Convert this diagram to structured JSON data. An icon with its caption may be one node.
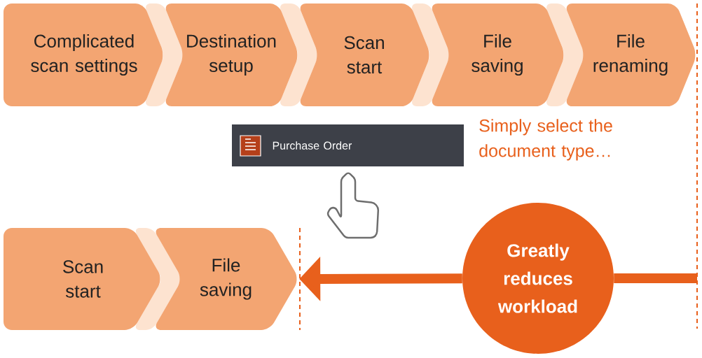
{
  "diagram": {
    "nodes": [
      {
        "text": [
          "Complicated scan settings"
        ]
      },
      {
        "text": [
          "Destination setup"
        ]
      },
      {
        "text": [
          "Scan start"
        ]
      },
      {
        "text": [
          "File saving"
        ]
      },
      {
        "text": [
          "File renaming"
        ]
      },
      {
        "text": [
          "Purchase Order"
        ]
      },
      {
        "text": [
          "Scan start"
        ]
      },
      {
        "text": [
          "File saving"
        ]
      },
      {
        "text": [
          "Greatly reduces workload"
        ]
      }
    ],
    "edges": [
      {
        "from": null,
        "to": 8,
        "arrow": "none"
      },
      {
        "from": 8,
        "to": 7,
        "arrow": "to"
      }
    ],
    "labels": [
      "Simply select the document type…"
    ]
  }
}
